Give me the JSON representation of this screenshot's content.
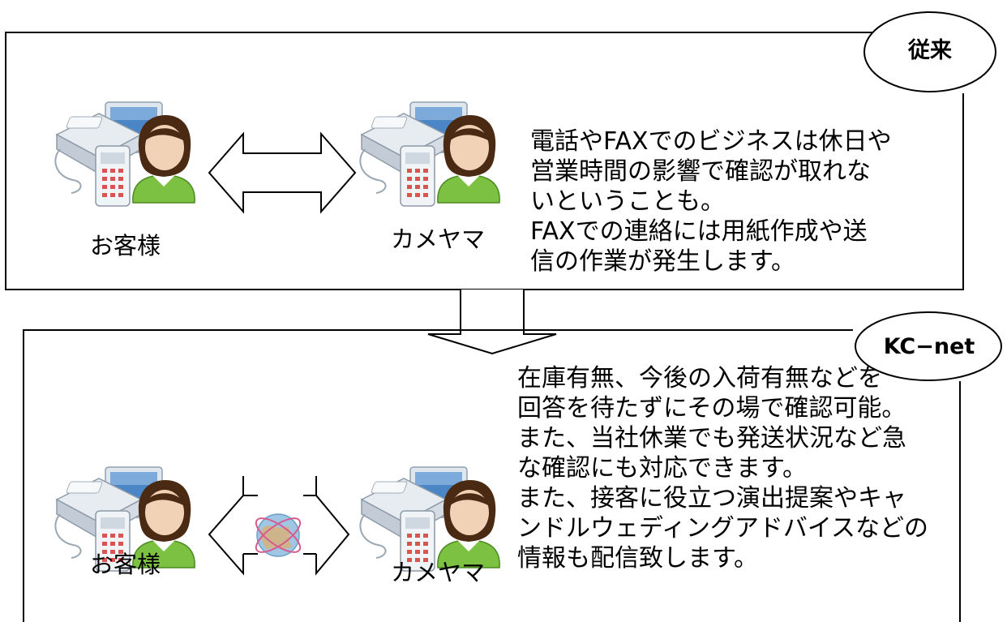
{
  "panels": [
    {
      "tag": "従来",
      "left_label": "お客様",
      "right_label": "カメヤマ",
      "description_lines": [
        "電話やFAXでのビジネスは休日や",
        "営業時間の影響で確認が取れな",
        "いということも。",
        "FAXでの連絡には用紙作成や送",
        "信の作業が発生します。"
      ]
    },
    {
      "tag": "KC−net",
      "left_label": "お客様",
      "right_label": "カメヤマ",
      "description_lines": [
        "在庫有無、今後の入荷有無などを",
        "回答を待たずにその場で確認可能。",
        "また、当社休業でも発送状況など急",
        "な確認にも対応できます。",
        "また、接客に役立つ演出提案やキャ",
        "ンドルウェディングアドバイスなどの",
        "情報も配信致します。"
      ]
    }
  ],
  "icons": {
    "office_user": "fax-phone-user-icon",
    "network": "network-globe-icon"
  },
  "colors": {
    "line": "#000000",
    "skin": "#f1d2b6",
    "hair": "#4a2a12",
    "shirt": "#7cc142",
    "device": "#c9d3dc",
    "monitor": "#4a86c6"
  }
}
